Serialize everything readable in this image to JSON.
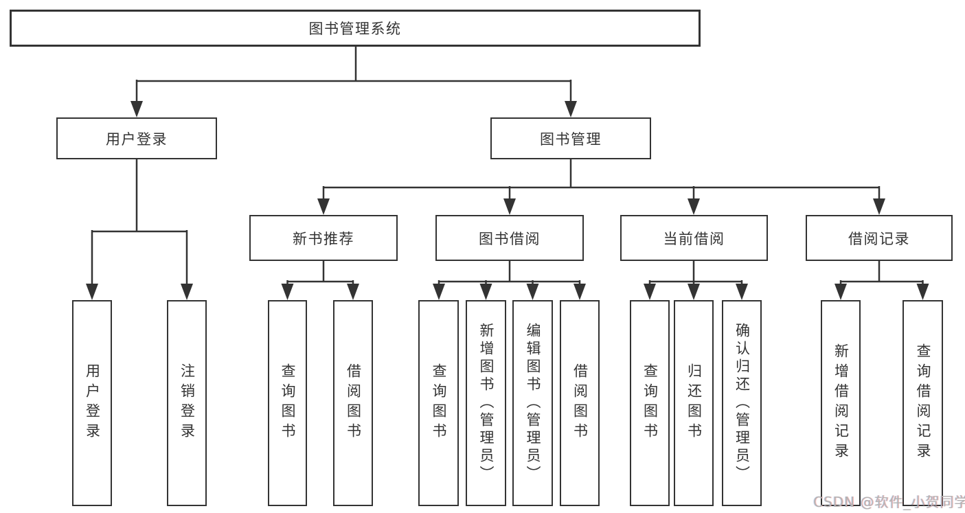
{
  "tree": {
    "label": "图书管理系统",
    "children": [
      {
        "label": "用户登录",
        "children": [
          {
            "label": "用户登录"
          },
          {
            "label": "注销登录"
          }
        ]
      },
      {
        "label": "图书管理",
        "children": [
          {
            "label": "新书推荐",
            "children": [
              {
                "label": "查询图书"
              },
              {
                "label": "借阅图书"
              }
            ]
          },
          {
            "label": "图书借阅",
            "children": [
              {
                "label": "查询图书"
              },
              {
                "label": "新增图书（管理员）"
              },
              {
                "label": "编辑图书（管理员）"
              },
              {
                "label": "借阅图书"
              }
            ]
          },
          {
            "label": "当前借阅",
            "children": [
              {
                "label": "查询图书"
              },
              {
                "label": "归还图书"
              },
              {
                "label": "确认归还（管理员）"
              }
            ]
          },
          {
            "label": "借阅记录",
            "children": [
              {
                "label": "新增借阅记录"
              },
              {
                "label": "查询借阅记录"
              }
            ]
          }
        ]
      }
    ]
  },
  "watermark": {
    "text": "CSDN @软件_小贺同学"
  },
  "colors": {
    "line": "#333333",
    "box_border": "#333333",
    "text": "#333333",
    "background": "#ffffff",
    "watermark": "#b4b4b4"
  }
}
